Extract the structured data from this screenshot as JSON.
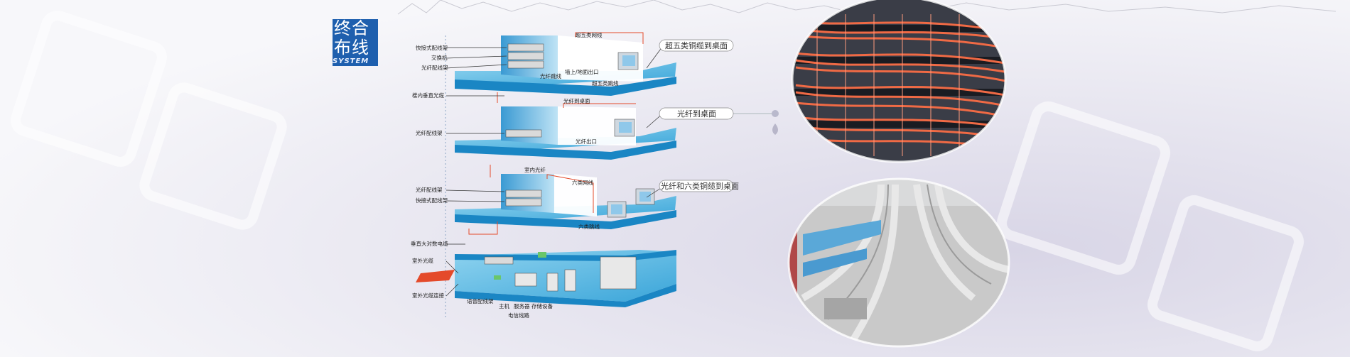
{
  "title": {
    "line1": "终合",
    "line2": "布线",
    "sub": "SYSTEM"
  },
  "callouts": {
    "c1": "超五类铜缆到桌面",
    "c2": "光纤到桌面",
    "c3": "光纤和六类铜缆到桌面"
  },
  "labels": {
    "floor1": [
      "快接式配线架",
      "交换机",
      "光纤配线架"
    ],
    "floor1_inner": [
      "超五类网线",
      "墙上/地面出口",
      "光纤跳线",
      "超五类跳线"
    ],
    "riser": "楼内垂直光缆",
    "floor2": [
      "光纤配线架"
    ],
    "floor2_inner": [
      "光纤到桌面",
      "光纤出口"
    ],
    "floor3": [
      "光纤配线架",
      "快接式配线架"
    ],
    "floor3_inner": [
      "室内光纤",
      "六类网线",
      "六类跳线"
    ],
    "floor4": [
      "垂直大对数电缆",
      "室外光缆",
      "室外光缆连接"
    ],
    "floor4_inner": [
      "语音配线架",
      "主机",
      "服务器",
      "存储设备",
      "电信线路"
    ]
  },
  "colors": {
    "floor_top": "#6cc1e6",
    "floor_side": "#1a86c4",
    "wall": "#ffffff",
    "accent": "#1e5fae",
    "cable": "#e44a2a"
  }
}
